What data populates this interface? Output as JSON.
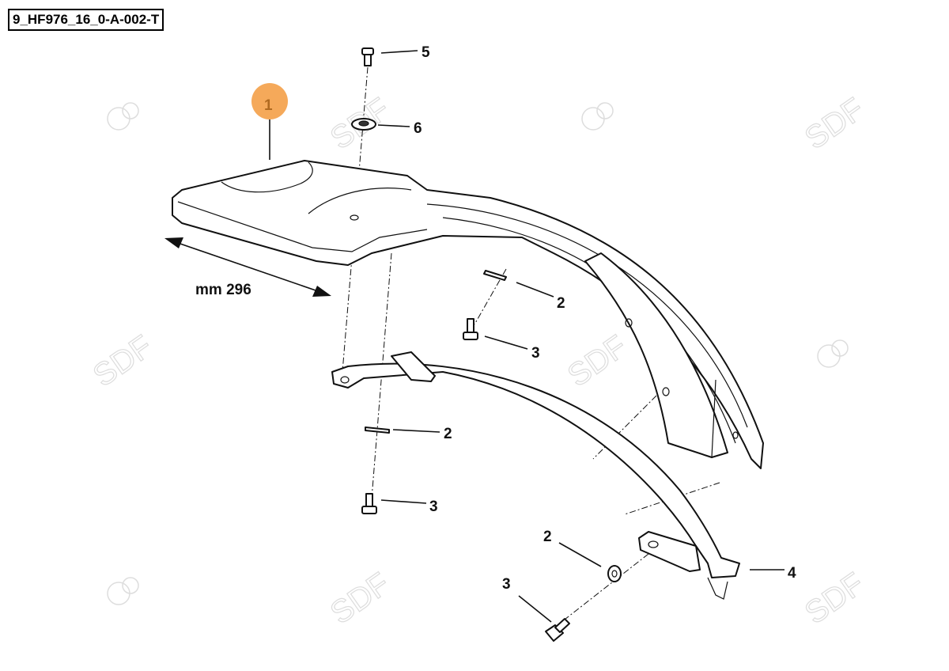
{
  "diagram": {
    "reference_code": "9_HF976_16_0-A-002-T",
    "dimension_label": "mm 296",
    "highlight_color": "#f5a95a",
    "watermark": "SDF",
    "callouts": [
      {
        "id": "1",
        "label": "1",
        "highlighted": true
      },
      {
        "id": "5",
        "label": "5"
      },
      {
        "id": "6",
        "label": "6"
      },
      {
        "id": "2a",
        "label": "2"
      },
      {
        "id": "3a",
        "label": "3"
      },
      {
        "id": "2b",
        "label": "2"
      },
      {
        "id": "3b",
        "label": "3"
      },
      {
        "id": "2c",
        "label": "2"
      },
      {
        "id": "3c",
        "label": "3"
      },
      {
        "id": "4",
        "label": "4"
      }
    ]
  }
}
